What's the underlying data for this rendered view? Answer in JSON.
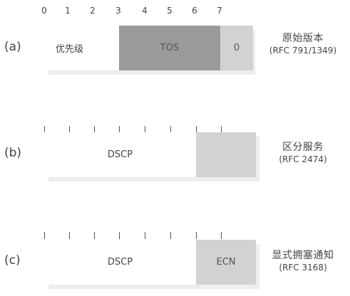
{
  "bit_numbers": [
    "0",
    "1",
    "2",
    "3",
    "4",
    "5",
    "6",
    "7"
  ],
  "rows": [
    {
      "label": "(a)",
      "segments": [
        "优先级",
        "TOS",
        "0"
      ],
      "desc_zh": "原始版本",
      "desc_ref": "(RFC 791/1349)"
    },
    {
      "label": "(b)",
      "segments": [
        "DSCP",
        ""
      ],
      "desc_zh": "区分服务",
      "desc_ref": "(RFC 2474)"
    },
    {
      "label": "(c)",
      "segments": [
        "DSCP",
        "ECN"
      ],
      "desc_zh": "显式拥塞通知",
      "desc_ref": "(RFC 3168)"
    }
  ],
  "colors": {
    "white_field": "#ffffff",
    "dark_field": "#9a9a9a",
    "light_field": "#d2d2d2",
    "shadow": "#ededed"
  }
}
